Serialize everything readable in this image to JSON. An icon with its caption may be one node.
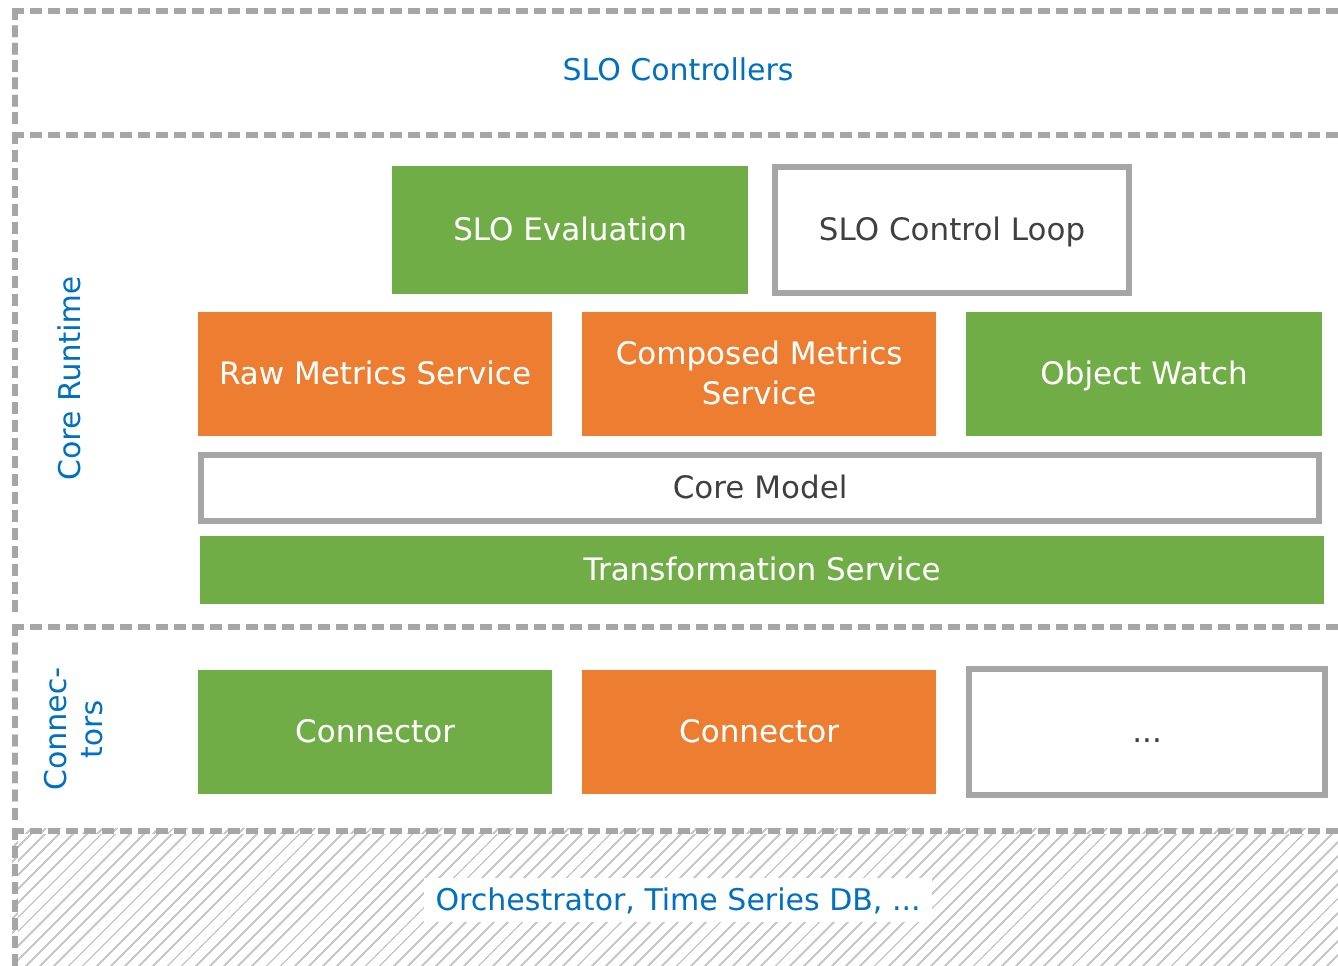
{
  "diagram": {
    "nodes": [
      {
        "text": [
          "SLO Controllers"
        ]
      },
      {
        "text": [
          "Core Runtime"
        ]
      },
      {
        "text": [
          "SLO Evaluation"
        ],
        "in": 1
      },
      {
        "text": [
          "SLO Control Loop"
        ],
        "in": 1
      },
      {
        "text": [
          "Raw Metrics Service"
        ],
        "in": 1
      },
      {
        "text": [
          "Composed Metrics Service"
        ],
        "in": 1
      },
      {
        "text": [
          "Object Watch"
        ],
        "in": 1
      },
      {
        "text": [
          "Core Model"
        ],
        "in": 1
      },
      {
        "text": [
          "Transformation Service"
        ],
        "in": 1
      },
      {
        "text": [
          "Connec- tors"
        ]
      },
      {
        "text": [
          "Connector"
        ],
        "in": 9
      },
      {
        "text": [
          "Connector"
        ],
        "in": 9
      },
      {
        "text": [
          "..."
        ],
        "in": 9
      },
      {
        "text": [
          "Orchestrator, Time Series DB, ..."
        ]
      }
    ]
  }
}
